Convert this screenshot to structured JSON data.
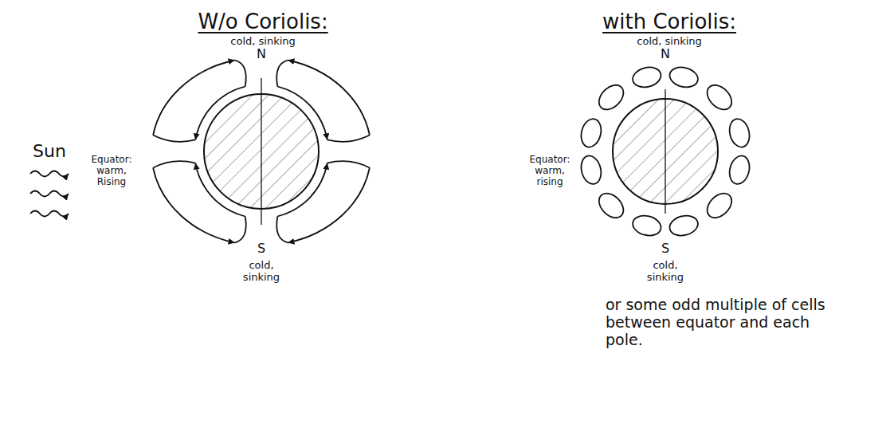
{
  "diagram": {
    "labels": [
      "W/o Coriolis:",
      "cold, sinking",
      "N",
      "Sun",
      "Equator: warm, Rising",
      "S",
      "cold, sinking",
      "with Coriolis:",
      "cold, sinking",
      "N",
      "Equator: warm, rising",
      "S",
      "cold, sinking",
      "or some odd multiple of cells between equator and each pole."
    ]
  }
}
